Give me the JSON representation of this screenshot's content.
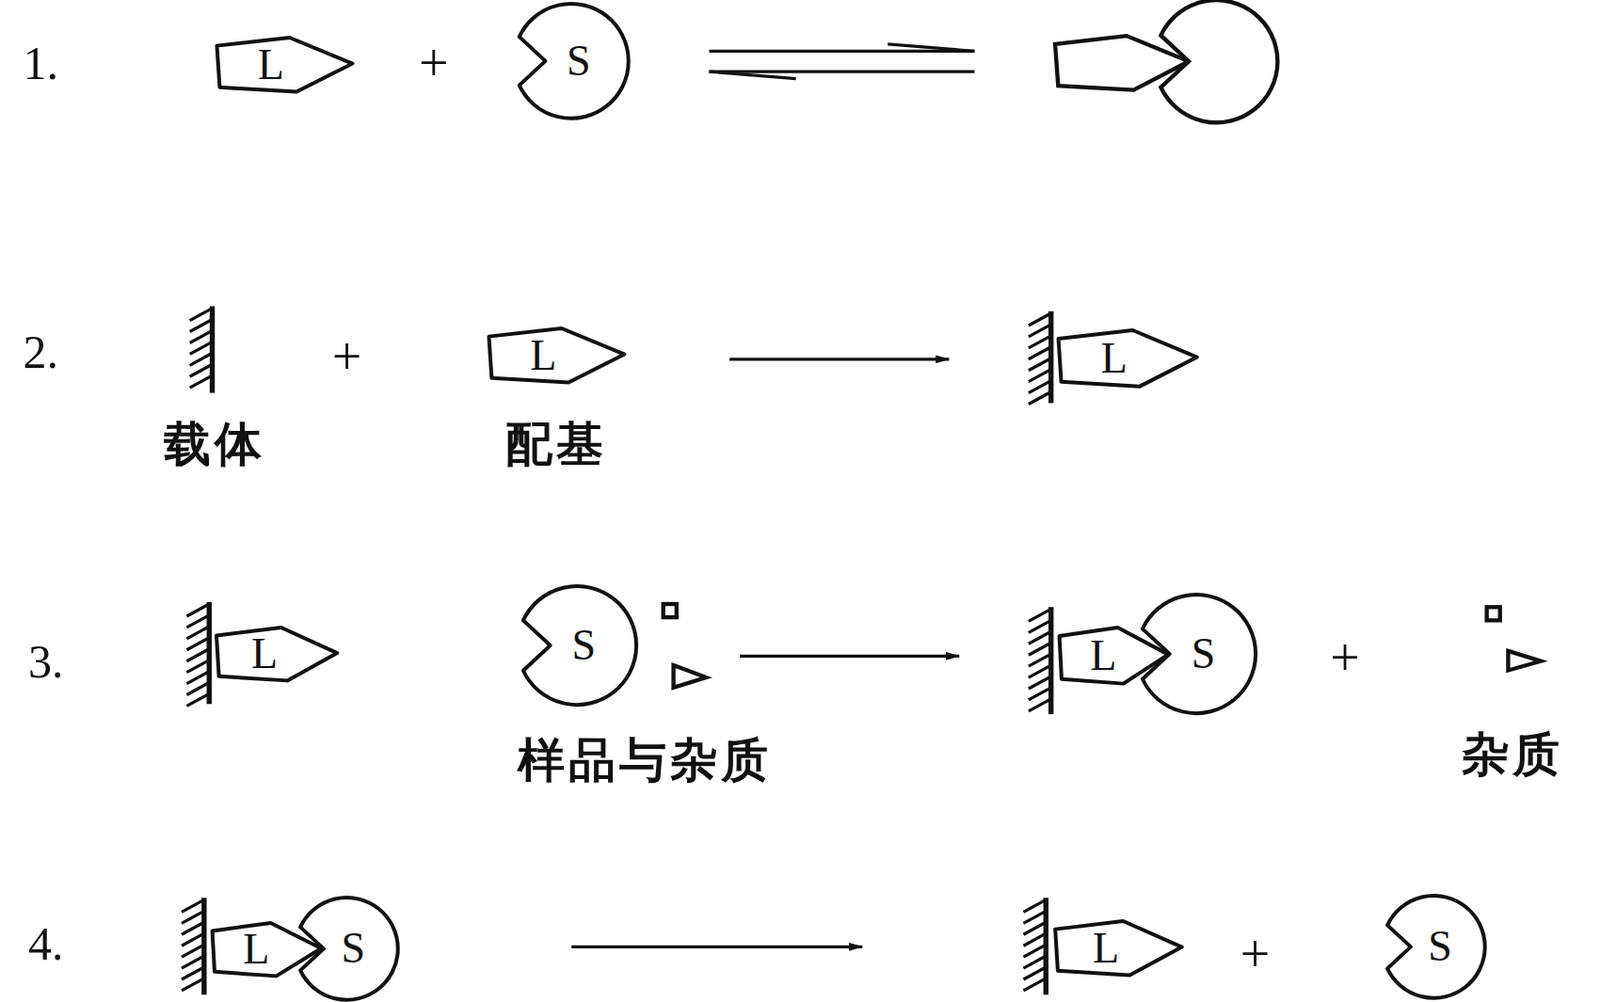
{
  "diagram": {
    "nodes": [
      {
        "text": [
          "L"
        ]
      },
      {
        "text": [
          "S"
        ]
      },
      {
        "text": [
          "L"
        ]
      },
      {
        "text": [
          "L"
        ]
      },
      {
        "text": [
          "L"
        ]
      },
      {
        "text": [
          "S"
        ]
      },
      {
        "text": [
          "L"
        ]
      },
      {
        "text": [
          "S"
        ]
      },
      {
        "text": [
          "L"
        ]
      },
      {
        "text": [
          "S"
        ]
      },
      {
        "text": [
          "L"
        ]
      },
      {
        "text": [
          "S"
        ]
      }
    ],
    "labels": [
      "1.",
      "+",
      "2.",
      "+",
      "载体",
      "配基",
      "3.",
      "样品与杂质",
      "+",
      "杂质",
      "4.",
      "+"
    ]
  }
}
